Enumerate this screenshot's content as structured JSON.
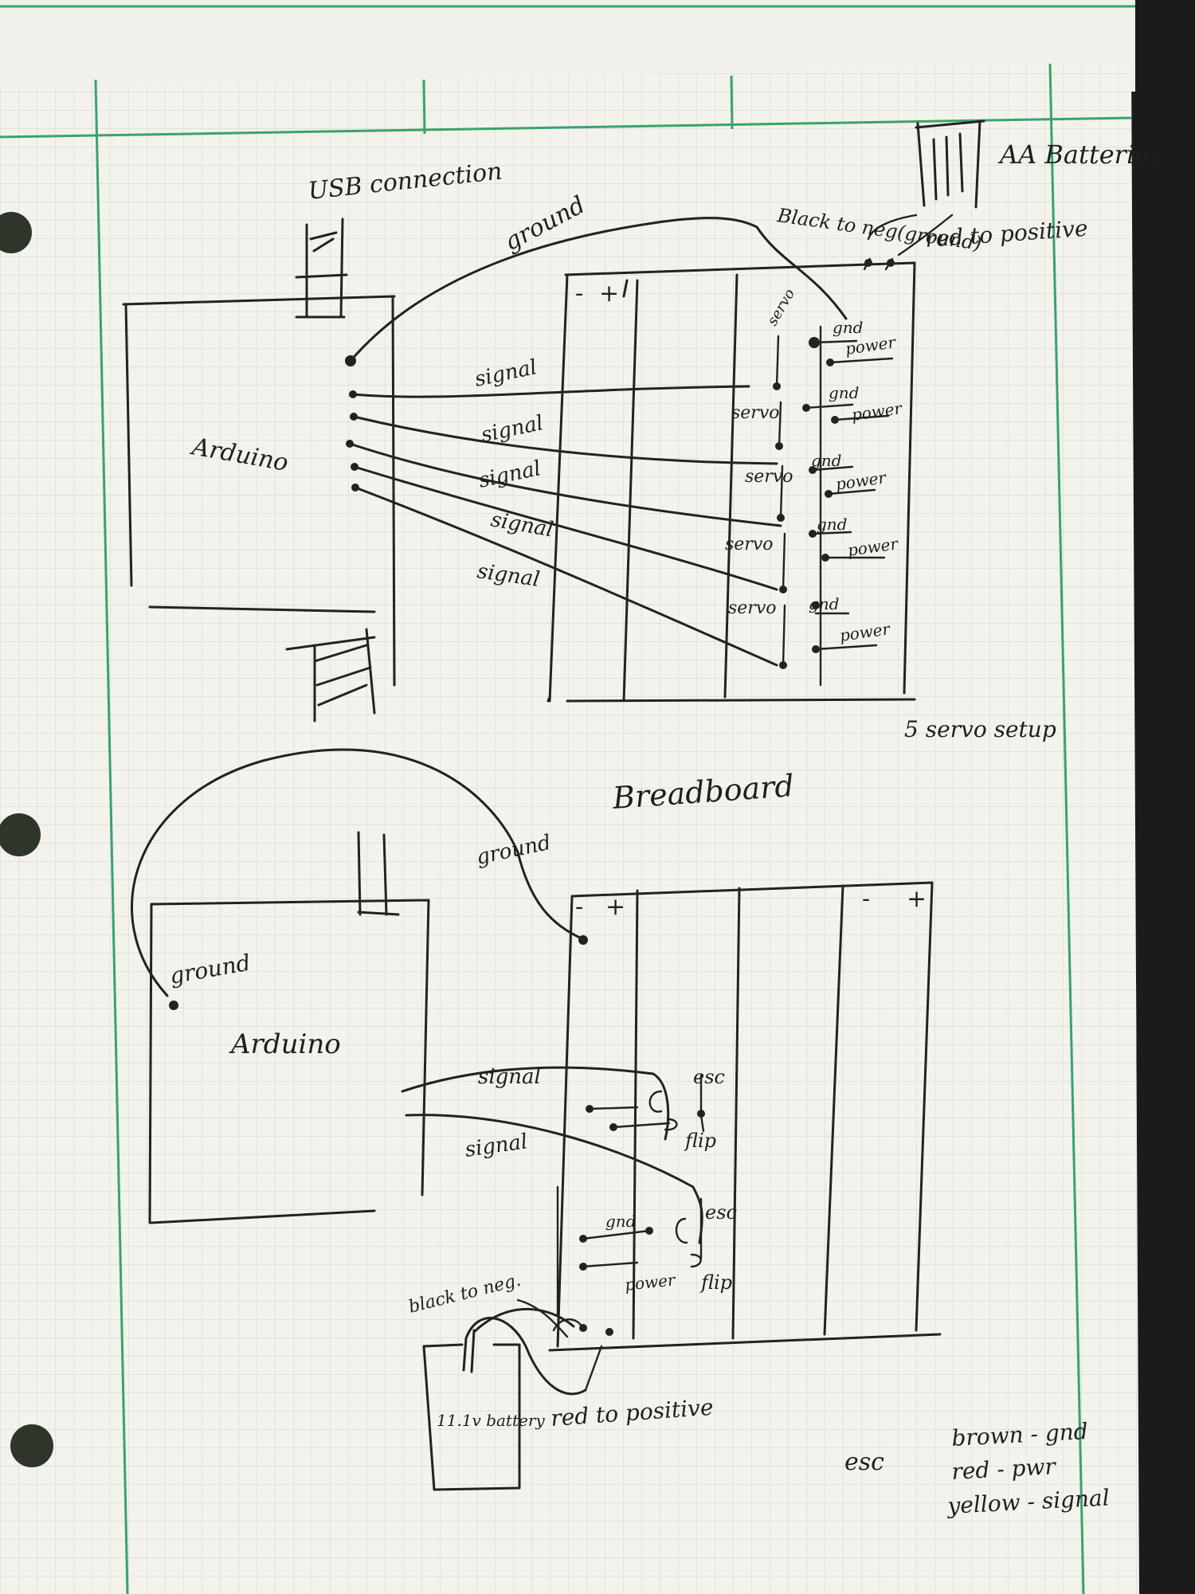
{
  "colors": {
    "paper": "#f3f2ec",
    "grid": "#cfd6cf",
    "margin_line": "#3aa36a",
    "ink": "#222222",
    "background": "#1b1b1b"
  },
  "diagram_top": {
    "caption": "5 servo setup",
    "usb_label": "USB connection",
    "arduino_label": "Arduino",
    "battery_label": "AA Batteries",
    "black_wire_label": "Black to neg(ground)",
    "red_wire_label": "red to positive",
    "ground_wire_label": "ground",
    "rail_labels": [
      "-",
      "+"
    ],
    "signal_labels": [
      "signal",
      "signal",
      "signal",
      "signal",
      "signal"
    ],
    "servo_labels": [
      "servo",
      "servo",
      "servo",
      "servo",
      "servo"
    ],
    "gnd_labels": [
      "gnd",
      "gnd",
      "gnd",
      "gnd",
      "gnd"
    ],
    "power_labels": [
      "power",
      "power",
      "power",
      "power",
      "power"
    ]
  },
  "middle_label": "Breadboard",
  "diagram_bottom": {
    "arduino_label": "Arduino",
    "ground_labels": [
      "ground",
      "ground"
    ],
    "signal_labels": [
      "signal",
      "signal"
    ],
    "esc_labels": [
      "esc",
      "esc"
    ],
    "flip_labels": [
      "flip",
      "flip"
    ],
    "gnd_label": "gnd",
    "power_label": "power",
    "rail_labels_left": [
      "-",
      "+"
    ],
    "rail_labels_right": [
      "-",
      "+"
    ],
    "black_wire_label": "black to neg.",
    "red_wire_label": "red to positive",
    "battery_label": "11.1v battery"
  },
  "legend": {
    "title": "esc",
    "lines": [
      "brown - gnd",
      "red - pwr",
      "yellow - signal"
    ]
  }
}
